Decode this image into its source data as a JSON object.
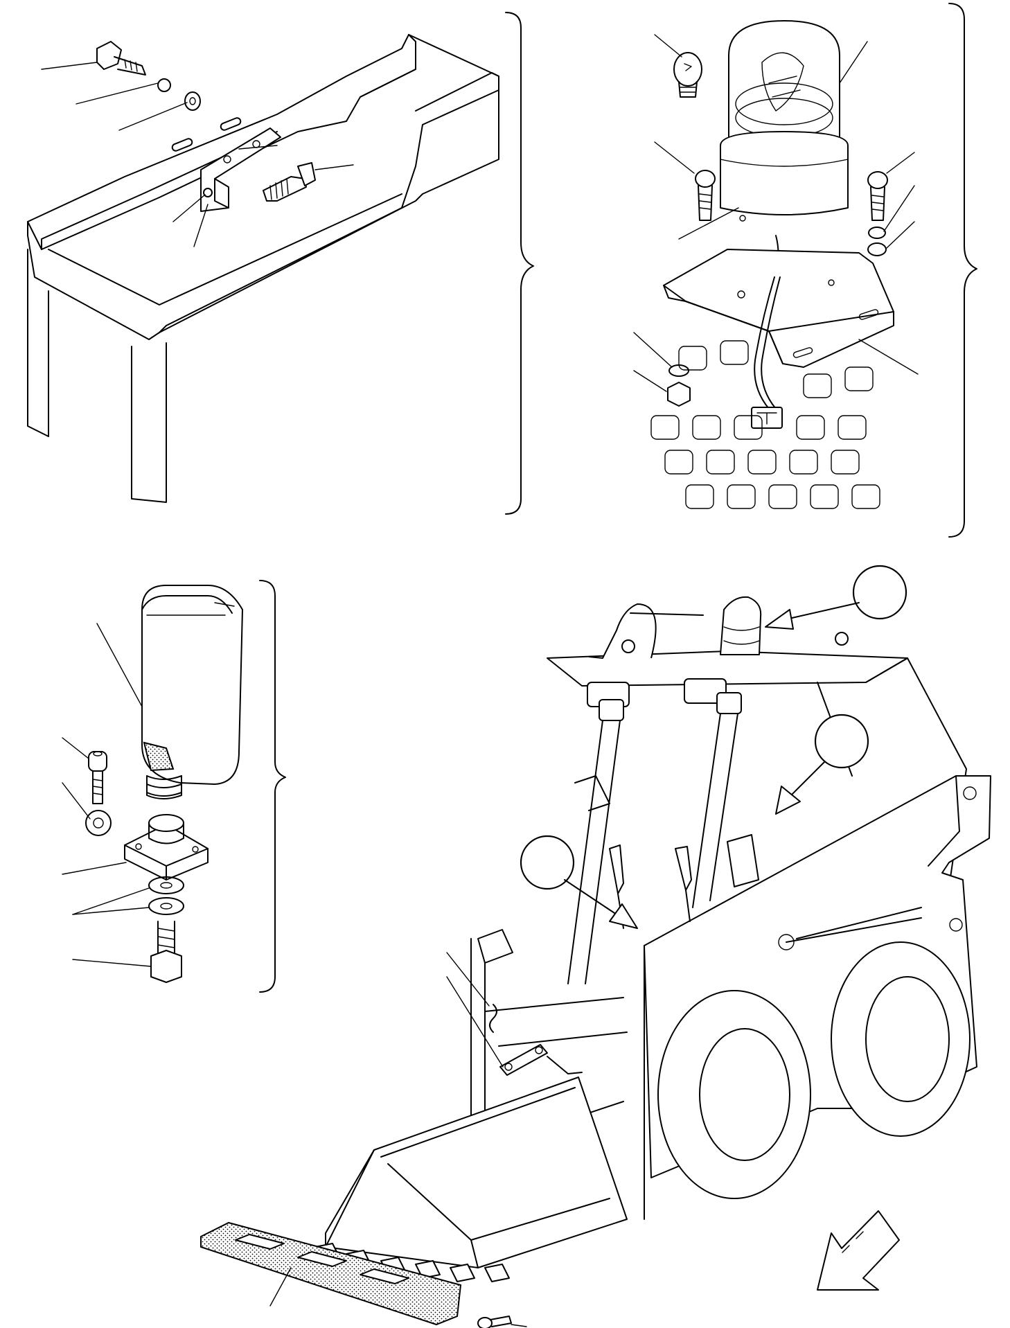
{
  "figure": {
    "title": "",
    "panels": [
      {
        "name": "frame-bracket-sensor-assembly"
      },
      {
        "name": "rotating-beacon-assembly"
      },
      {
        "name": "work-lamp-assembly"
      },
      {
        "name": "skid-steer-loader-overview"
      }
    ],
    "callout_bubbles": 3,
    "has_direction_arrow": true
  },
  "colors": {
    "ink": "#000000",
    "paper": "#ffffff"
  }
}
